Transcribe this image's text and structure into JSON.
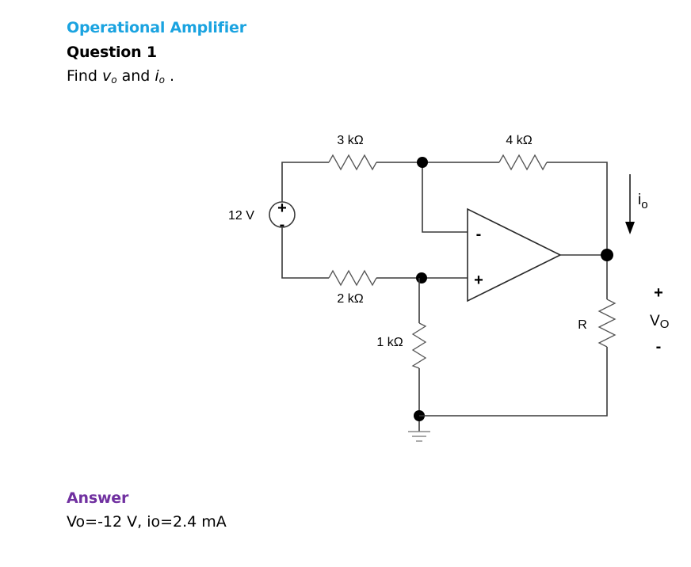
{
  "document": {
    "section_title": "Operational Amplifier",
    "question_title": "Question 1",
    "question": {
      "prefix": "Find ",
      "var1": "v",
      "var1_sub": "o",
      "middle": " and ",
      "var2": "i",
      "var2_sub": "o",
      "suffix": " ."
    },
    "answer_title": "Answer",
    "answer_text": "Vo=-12 V, io=2.4 mA"
  },
  "circuit": {
    "source": {
      "label": "12 V",
      "plus": "+",
      "minus": "-"
    },
    "resistors": {
      "r1": "3 kΩ",
      "r2": "4 kΩ",
      "r3": "2 kΩ",
      "r4": "1 kΩ",
      "load": "R"
    },
    "opamp": {
      "inverting": "-",
      "noninverting": "+"
    },
    "current": {
      "symbol": "i",
      "sub": "o"
    },
    "output_voltage": {
      "plus": "+",
      "symbol": "V",
      "sub": "O",
      "minus": "-"
    }
  },
  "colors": {
    "section_title": "#1aa3e0",
    "answer_title": "#7030a0"
  }
}
